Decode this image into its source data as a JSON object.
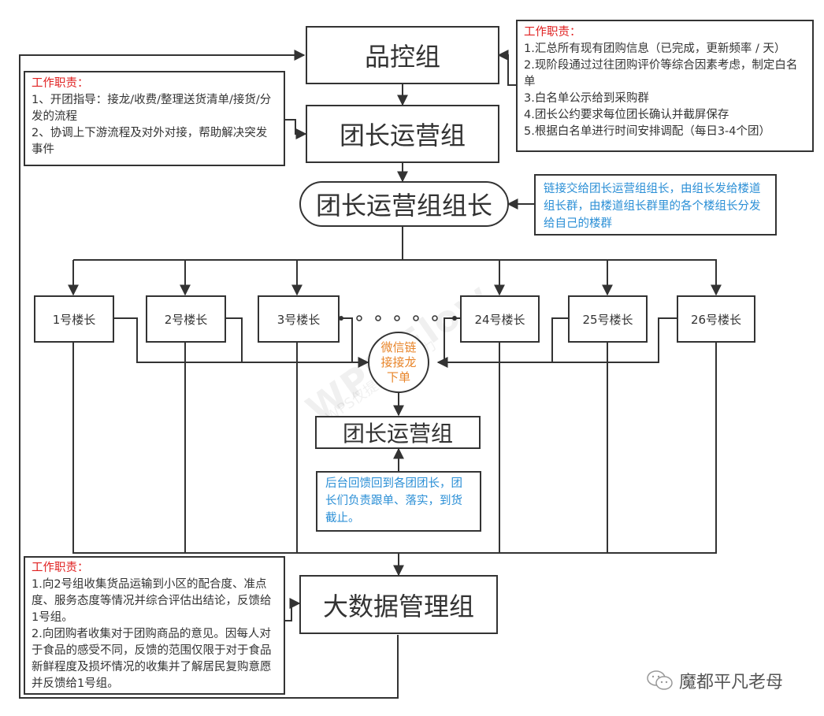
{
  "nodes": {
    "quality_control": "品控组",
    "leader_ops_top": "团长运营组",
    "leader_ops_head": "团长运营组组长",
    "wechat_order": "微信链接接龙下单",
    "wechat_order_lines": [
      "微信链",
      "接接龙",
      "下单"
    ],
    "leader_ops_mid": "团长运营组",
    "big_data": "大数据管理组"
  },
  "floors": [
    "1号楼长",
    "2号楼长",
    "3号楼长",
    "24号楼长",
    "25号楼长",
    "26号楼长"
  ],
  "ellipsis_dots": 5,
  "notes": {
    "quality_control": {
      "heading": "工作职责：",
      "lines": [
        "1.汇总所有现有团购信息（已完成，更新频率 / 天）",
        "2.现阶段通过过往团购评价等综合因素考虑，制定白名单",
        "3.白名单公示给到采购群",
        "4.团长公约要求每位团长确认并截屏保存",
        "5.根据白名单进行时间安排调配（每日3-4个团）"
      ]
    },
    "leader_ops": {
      "heading": "工作职责：",
      "lines": [
        "1、开团指导：接龙/收费/整理送货清单/接货/分发的流程",
        "2、协调上下游流程及对外对接，帮助解决突发事件"
      ]
    },
    "leader_head": {
      "text": "链接交给团长运营组组长，由组长发给楼道组长群，由楼道组长群里的各个楼组长分发给自己的楼群"
    },
    "feedback": {
      "text": "后台回馈回到各团团长，团长们负责跟单、落实，到货截止。"
    },
    "big_data": {
      "heading": "工作职责：",
      "lines": [
        "1.向2号组收集货品运输到小区的配合度、准点度、服务态度等情况并综合评估出结论，反馈给1号组。",
        "2.向团购者收集对于团购商品的意见。因每人对于食品的感受不同，反馈的范围仅限于对于食品新鲜程度及损坏情况的收集并了解居民复购意愿并反馈给1号组。"
      ]
    }
  },
  "watermark": {
    "main": "WPS Flow",
    "sub": "WPS仅提供绘图能力"
  },
  "brand": {
    "name": "魔都平凡老母",
    "icon": "wechat-icon"
  },
  "colors": {
    "line": "#333333",
    "heading": "#e02020",
    "blue_text": "#2b8fd6",
    "orange_text": "#e8852a"
  }
}
